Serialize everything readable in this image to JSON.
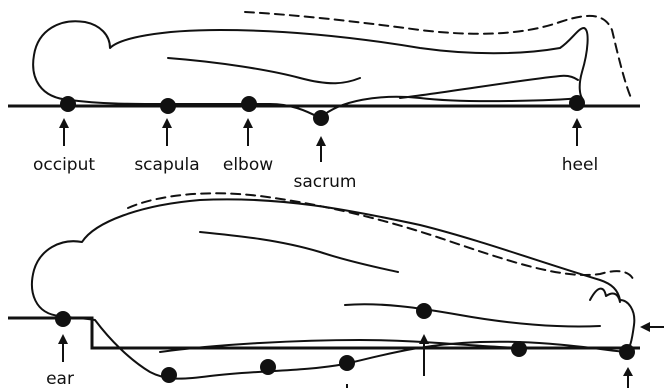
{
  "supine": {
    "labels": [
      "occiput",
      "scapula",
      "elbow",
      "sacrum",
      "heel"
    ]
  },
  "side_lying": {
    "labels": [
      "ear"
    ]
  },
  "colors": {
    "ink": "#111111",
    "background": "#ffffff"
  }
}
